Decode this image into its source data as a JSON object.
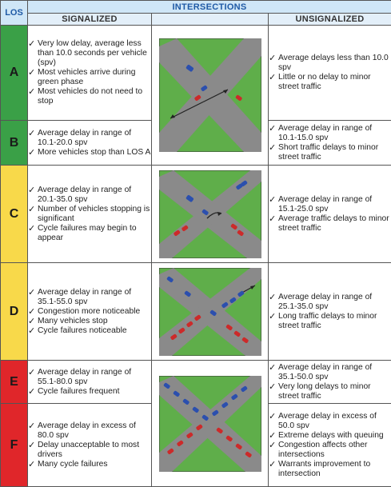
{
  "header": {
    "los_label": "LOS",
    "intersections_label": "INTERSECTIONS",
    "signalized_label": "SIGNALIZED",
    "unsignalized_label": "UNSIGNALIZED"
  },
  "rows": [
    {
      "grade": "A",
      "signalized": [
        "Very low delay, average less than 10.0 seconds per vehicle (spv)",
        "Most vehicles arrive during green phase",
        "Most vehicles do not need to stop"
      ],
      "unsignalized": [
        "Average delays less than 10.0 spv",
        "Little or no delay to minor street traffic"
      ]
    },
    {
      "grade": "B",
      "signalized": [
        "Average delay in range of 10.1-20.0 spv",
        "More vehicles stop than LOS A"
      ],
      "unsignalized": [
        "Average delay in range of 10.1-15.0 spv",
        "Short traffic delays to minor street traffic"
      ]
    },
    {
      "grade": "C",
      "signalized": [
        "Average delay in range of 20.1-35.0 spv",
        "Number of vehicles stopping is significant",
        "Cycle failures may begin to appear"
      ],
      "unsignalized": [
        "Average delay in range of 15.1-25.0 spv",
        "Average traffic delays to minor street traffic"
      ]
    },
    {
      "grade": "D",
      "signalized": [
        "Average delay in range of 35.1-55.0 spv",
        "Congestion more noticeable",
        "Many vehicles stop",
        "Cycle failures noticeable"
      ],
      "unsignalized": [
        "Average delay in range of 25.1-35.0 spv",
        "Long traffic delays to minor street traffic"
      ]
    },
    {
      "grade": "E",
      "signalized": [
        "Average delay in range of 55.1-80.0 spv",
        "Cycle failures frequent"
      ],
      "unsignalized": [
        "Average delay in range of 35.1-50.0 spv",
        "Very long delays to minor street traffic"
      ]
    },
    {
      "grade": "F",
      "signalized": [
        "Average delay in excess of 80.0 spv",
        "Delay unacceptable to most drivers",
        "Many cycle failures"
      ],
      "unsignalized": [
        "Average delay in excess of 50.0 spv",
        "Extreme delays with queuing",
        "Congestion affects other intersections",
        "Warrants improvement to intersection"
      ]
    }
  ],
  "colors": {
    "green": "#3aa047",
    "yellow": "#f8d94a",
    "red": "#e0262a",
    "header_blue": "#1f5aa6",
    "grass": "#5fae4a",
    "road": "#8a8a8a"
  },
  "illustrations": [
    {
      "icon": "intersection-low-traffic-icon",
      "rows": "A-B"
    },
    {
      "icon": "intersection-moderate-traffic-icon",
      "rows": "C"
    },
    {
      "icon": "intersection-heavy-traffic-icon",
      "rows": "D"
    },
    {
      "icon": "intersection-congested-traffic-icon",
      "rows": "E-F"
    }
  ]
}
